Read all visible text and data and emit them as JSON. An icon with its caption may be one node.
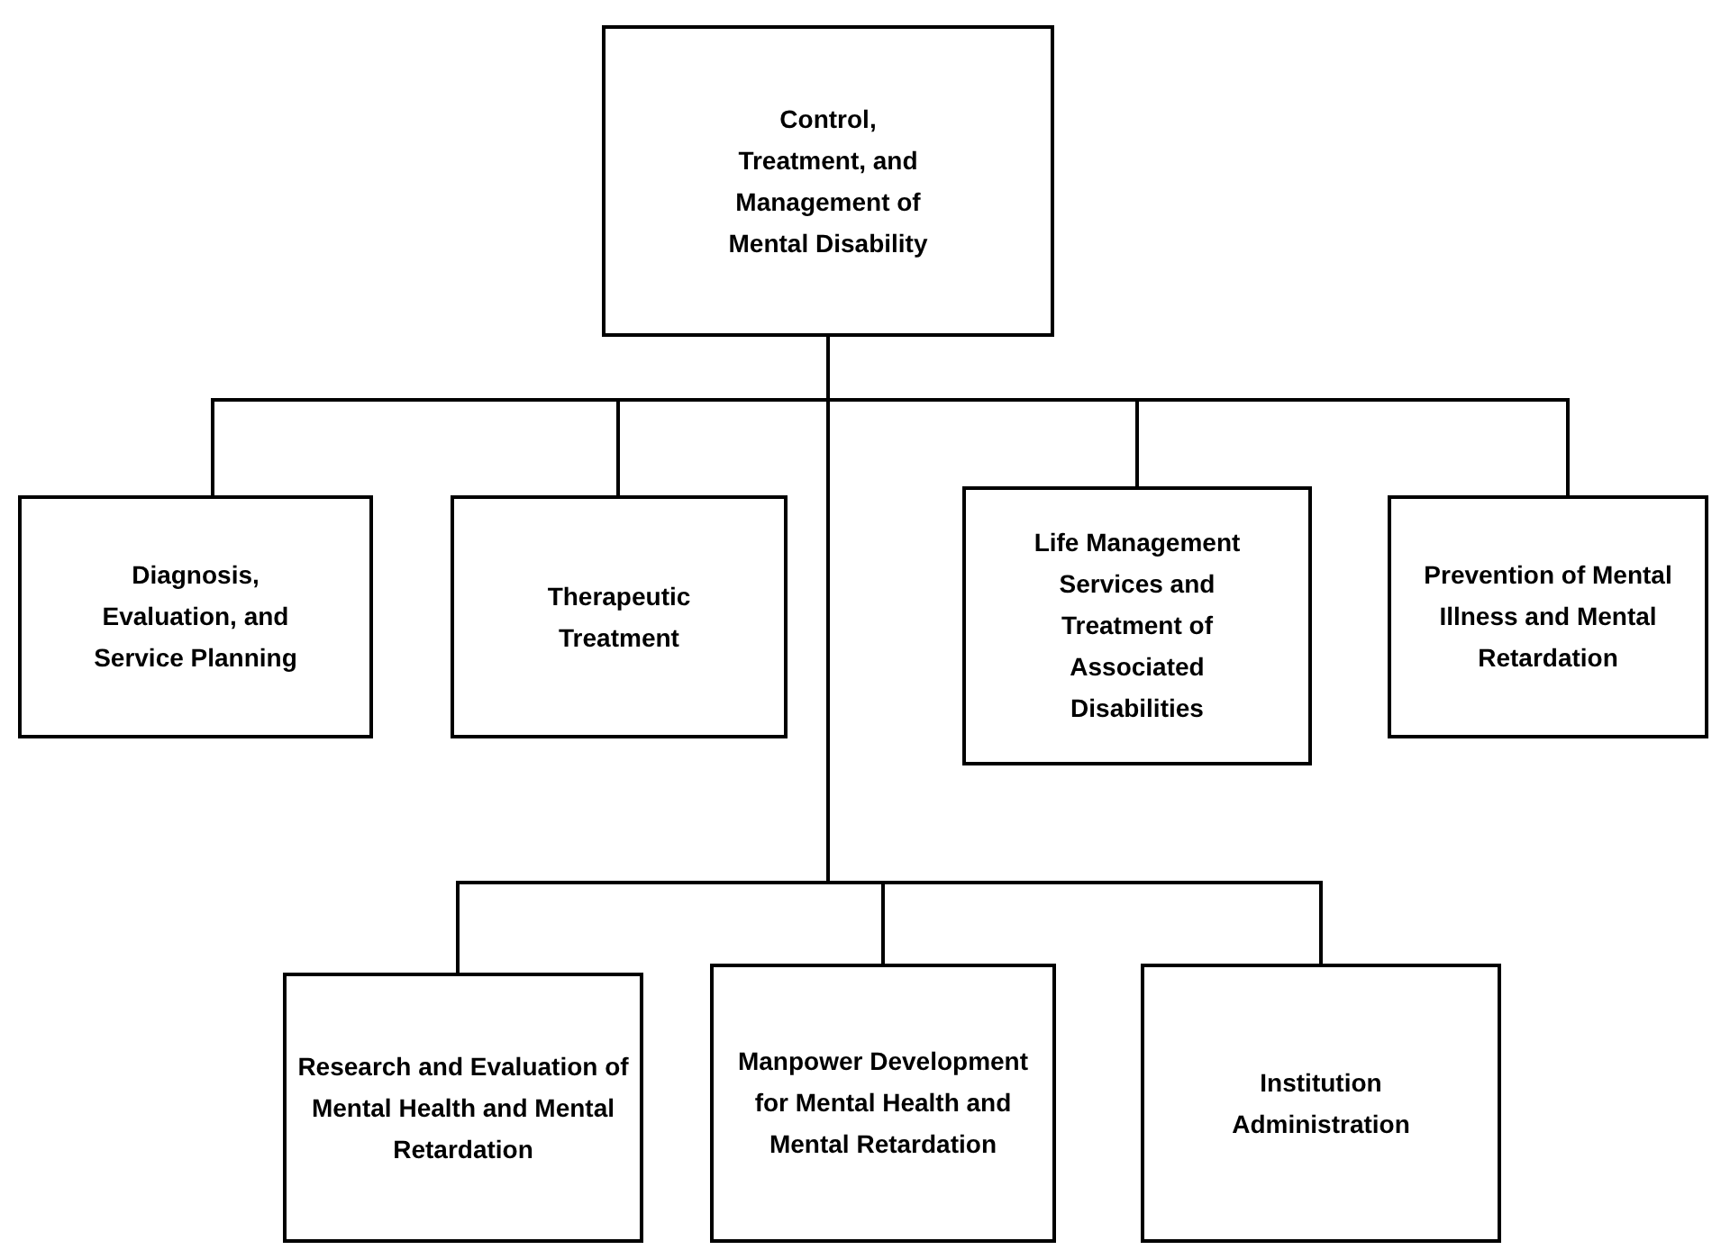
{
  "diagram": {
    "nodes": [
      {
        "text": [
          "Control, Treatment, and Management of Mental Disability"
        ]
      },
      {
        "text": [
          "Diagnosis, Evaluation, and Service Planning"
        ]
      },
      {
        "text": [
          "Therapeutic Treatment"
        ]
      },
      {
        "text": [
          "Life Management Services and Treatment of Associated Disabilities"
        ]
      },
      {
        "text": [
          "Prevention of Mental Illness and Mental Retardation"
        ]
      },
      {
        "text": [
          "Research and Evaluation of Mental Health and Mental Retardation"
        ]
      },
      {
        "text": [
          "Manpower Development for Mental Health and Mental Retardation"
        ]
      },
      {
        "text": [
          "Institution Administration"
        ]
      }
    ],
    "edges": [
      {
        "from": 0,
        "to": 1,
        "arrow": "none"
      },
      {
        "from": 0,
        "to": 2,
        "arrow": "none"
      },
      {
        "from": 0,
        "to": 3,
        "arrow": "none"
      },
      {
        "from": 0,
        "to": 4,
        "arrow": "none"
      },
      {
        "from": 0,
        "to": 5,
        "arrow": "none"
      },
      {
        "from": 0,
        "to": 6,
        "arrow": "none"
      },
      {
        "from": 0,
        "to": 7,
        "arrow": "none"
      }
    ]
  }
}
